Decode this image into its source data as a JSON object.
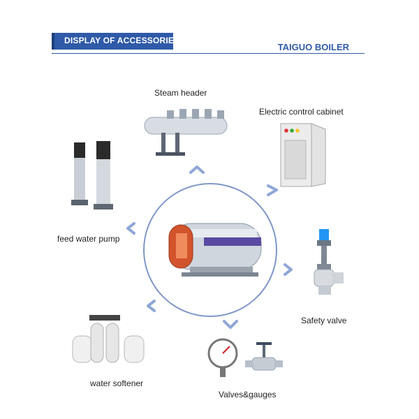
{
  "header": {
    "title": "DISPLAY OF ACCESSORIES",
    "brand": "TAIGUO BOILER"
  },
  "accessories": [
    {
      "name": "Steam header",
      "icon": "steam-header-icon"
    },
    {
      "name": "Electric control cabinet",
      "icon": "control-cabinet-icon"
    },
    {
      "name": "feed water pump",
      "icon": "water-pump-icon"
    },
    {
      "name": "Safety valve",
      "icon": "safety-valve-icon"
    },
    {
      "name": "water softener",
      "icon": "water-softener-icon"
    },
    {
      "name": "Valves&gauges",
      "icon": "valves-gauges-icon"
    }
  ],
  "center": {
    "icon": "boiler-icon"
  },
  "colors": {
    "accent": "#2f5aa8",
    "arrow": "#8fa7d6",
    "text": "#222222"
  }
}
